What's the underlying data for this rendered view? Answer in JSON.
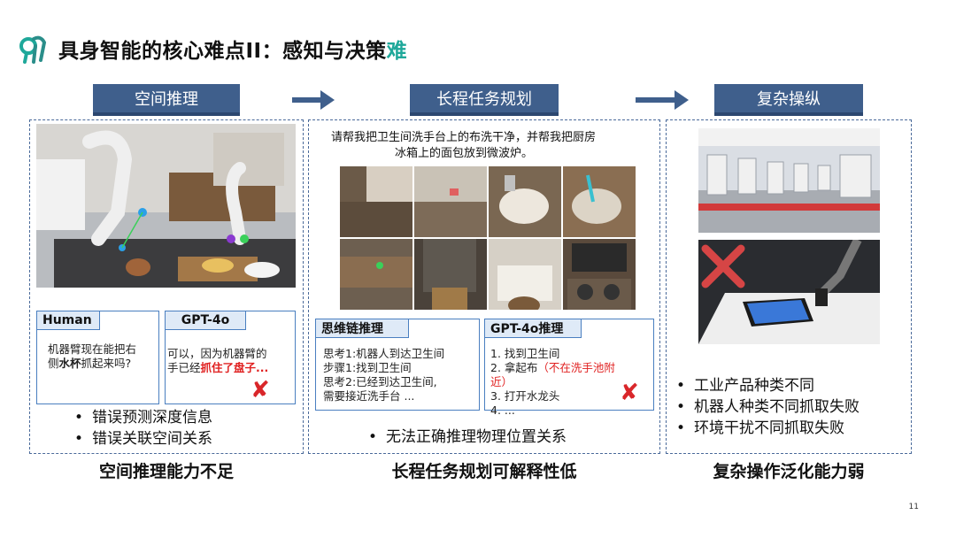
{
  "title": {
    "main": "具身智能的核心难点II：感知与决策",
    "accent": "难"
  },
  "columns": [
    {
      "label": "空间推理"
    },
    {
      "label": "长程任务规划"
    },
    {
      "label": "复杂操纵"
    }
  ],
  "spatial": {
    "human_label": "Human",
    "human_text_1": "机器臂现在能把右",
    "human_text_2a": "侧",
    "human_text_2b": "水杯",
    "human_text_2c": "抓起来吗?",
    "gpt_label": "GPT-4o",
    "gpt_text_1": "可以，因为机器臂的",
    "gpt_text_2a": "手已经",
    "gpt_text_2b": "抓住了盘子...",
    "bullets": [
      "错误预测深度信息",
      "错误关联空间关系"
    ],
    "caption": "空间推理能力不足"
  },
  "planning": {
    "instruction_1": "请帮我把卫生间洗手台上的布洗干净，并帮我把厨房",
    "instruction_2": "冰箱上的面包放到微波炉。",
    "cot_label": "思维链推理",
    "cot_lines": [
      "思考1:机器人到达卫生间",
      "步骤1:找到卫生间",
      "思考2:已经到达卫生间,",
      "需要接近洗手台 ..."
    ],
    "gpt_label": "GPT-4o推理",
    "gpt_line_1": "1. 找到卫生间",
    "gpt_line_2a": "2. 拿起布",
    "gpt_line_2b": "（不在洗手池附",
    "gpt_line_2c": "近）",
    "gpt_line_3": "3. 打开水龙头",
    "gpt_line_4": "4. ...",
    "bullets": [
      "无法正确推理物理位置关系"
    ],
    "caption": "长程任务规划可解释性低"
  },
  "manipulation": {
    "bullets": [
      "工业产品种类不同",
      "机器人种类不同抓取失败",
      "环境干扰不同抓取失败"
    ],
    "caption": "复杂操作泛化能力弱"
  },
  "x_mark": "✘",
  "page_number": "11",
  "colors": {
    "header_blue": "#3f5f8c",
    "accent_teal": "#1fa89a",
    "box_border": "#4a7fc0",
    "error_red": "#e02020"
  }
}
